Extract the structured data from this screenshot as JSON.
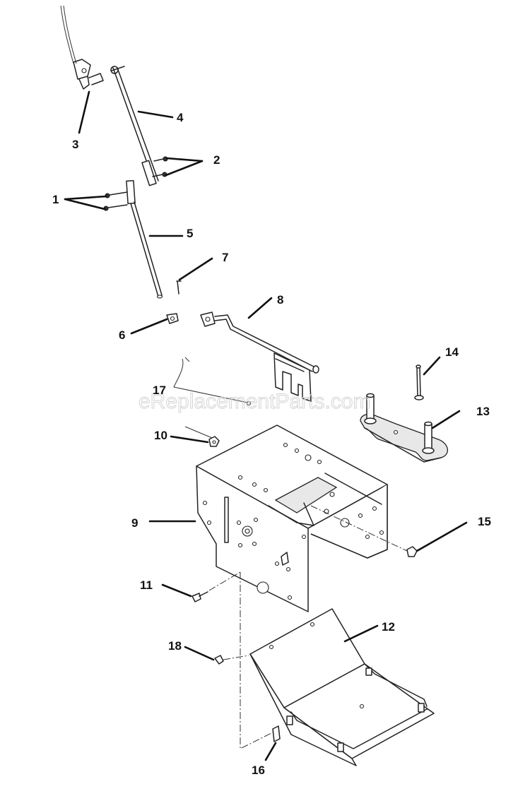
{
  "watermark": "eReplacementParts.com",
  "callouts": {
    "c1": "1",
    "c2": "2",
    "c3": "3",
    "c4": "4",
    "c5": "5",
    "c6": "6",
    "c7": "7",
    "c8": "8",
    "c9": "9",
    "c10": "10",
    "c11": "11",
    "c12": "12",
    "c13": "13",
    "c14": "14",
    "c15": "15",
    "c16": "16",
    "c17": "17",
    "c18": "18"
  }
}
